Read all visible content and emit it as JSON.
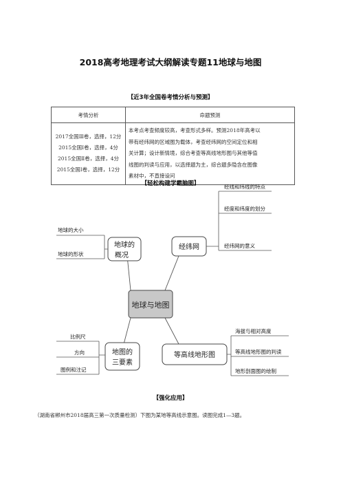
{
  "document": {
    "title": "2018高考地理考试大纲解读专题11地球与地图",
    "section1_heading": "【近3年全国卷考情分析与预测】",
    "table": {
      "headers": [
        "考情分析",
        "命题预测"
      ],
      "left_lines": [
        "2017全国Ⅲ卷，选择，12分",
        "2015全国Ⅰ卷，选择，4分",
        "2015全国Ⅱ卷，选择，4分",
        "2015全国Ⅰ卷，选择，12分"
      ],
      "right_lines": [
        "本考点考查频度较高，考查形式多样。预测2018年高考以",
        "带有经纬网的区域图为载体，考查经纬网的空间定位和相",
        "关计算；设计新情境，综合考查等高线地形图与其他等值",
        "线图的判读与应用，以选择题为主，综合题多隐含在图像",
        "素材中，不直接设问"
      ]
    },
    "section2_heading": "【轻松构建学霸脑图】",
    "mindmap": {
      "center": "地球与地图",
      "earth_overview": {
        "line1": "地球的",
        "line2": "概况",
        "items": [
          "地球的大小",
          "地球的形状"
        ]
      },
      "grid": {
        "label": "经纬网",
        "items": [
          "经线和纬线的特点",
          "经度和纬度的划分",
          "经纬网的意义"
        ]
      },
      "map_elements": {
        "line1": "地图的",
        "line2": "三要素",
        "items": [
          "比例尺",
          "方向",
          "图例和注记"
        ]
      },
      "contour": {
        "label": "等高线地形图",
        "items": [
          "海拔与相对高度",
          "等高线地形图的判读",
          "地形剖面图的绘制"
        ]
      }
    },
    "section3_heading": "【强化应用】",
    "intro_text": "（湖南省郴州市2018届高三第一次质量检测）下图为某地等高线示意图。读图完成1—3题。"
  },
  "colors": {
    "center_fill": "#c8c8c8",
    "node_stroke": "#444444",
    "connector": "#555555"
  }
}
